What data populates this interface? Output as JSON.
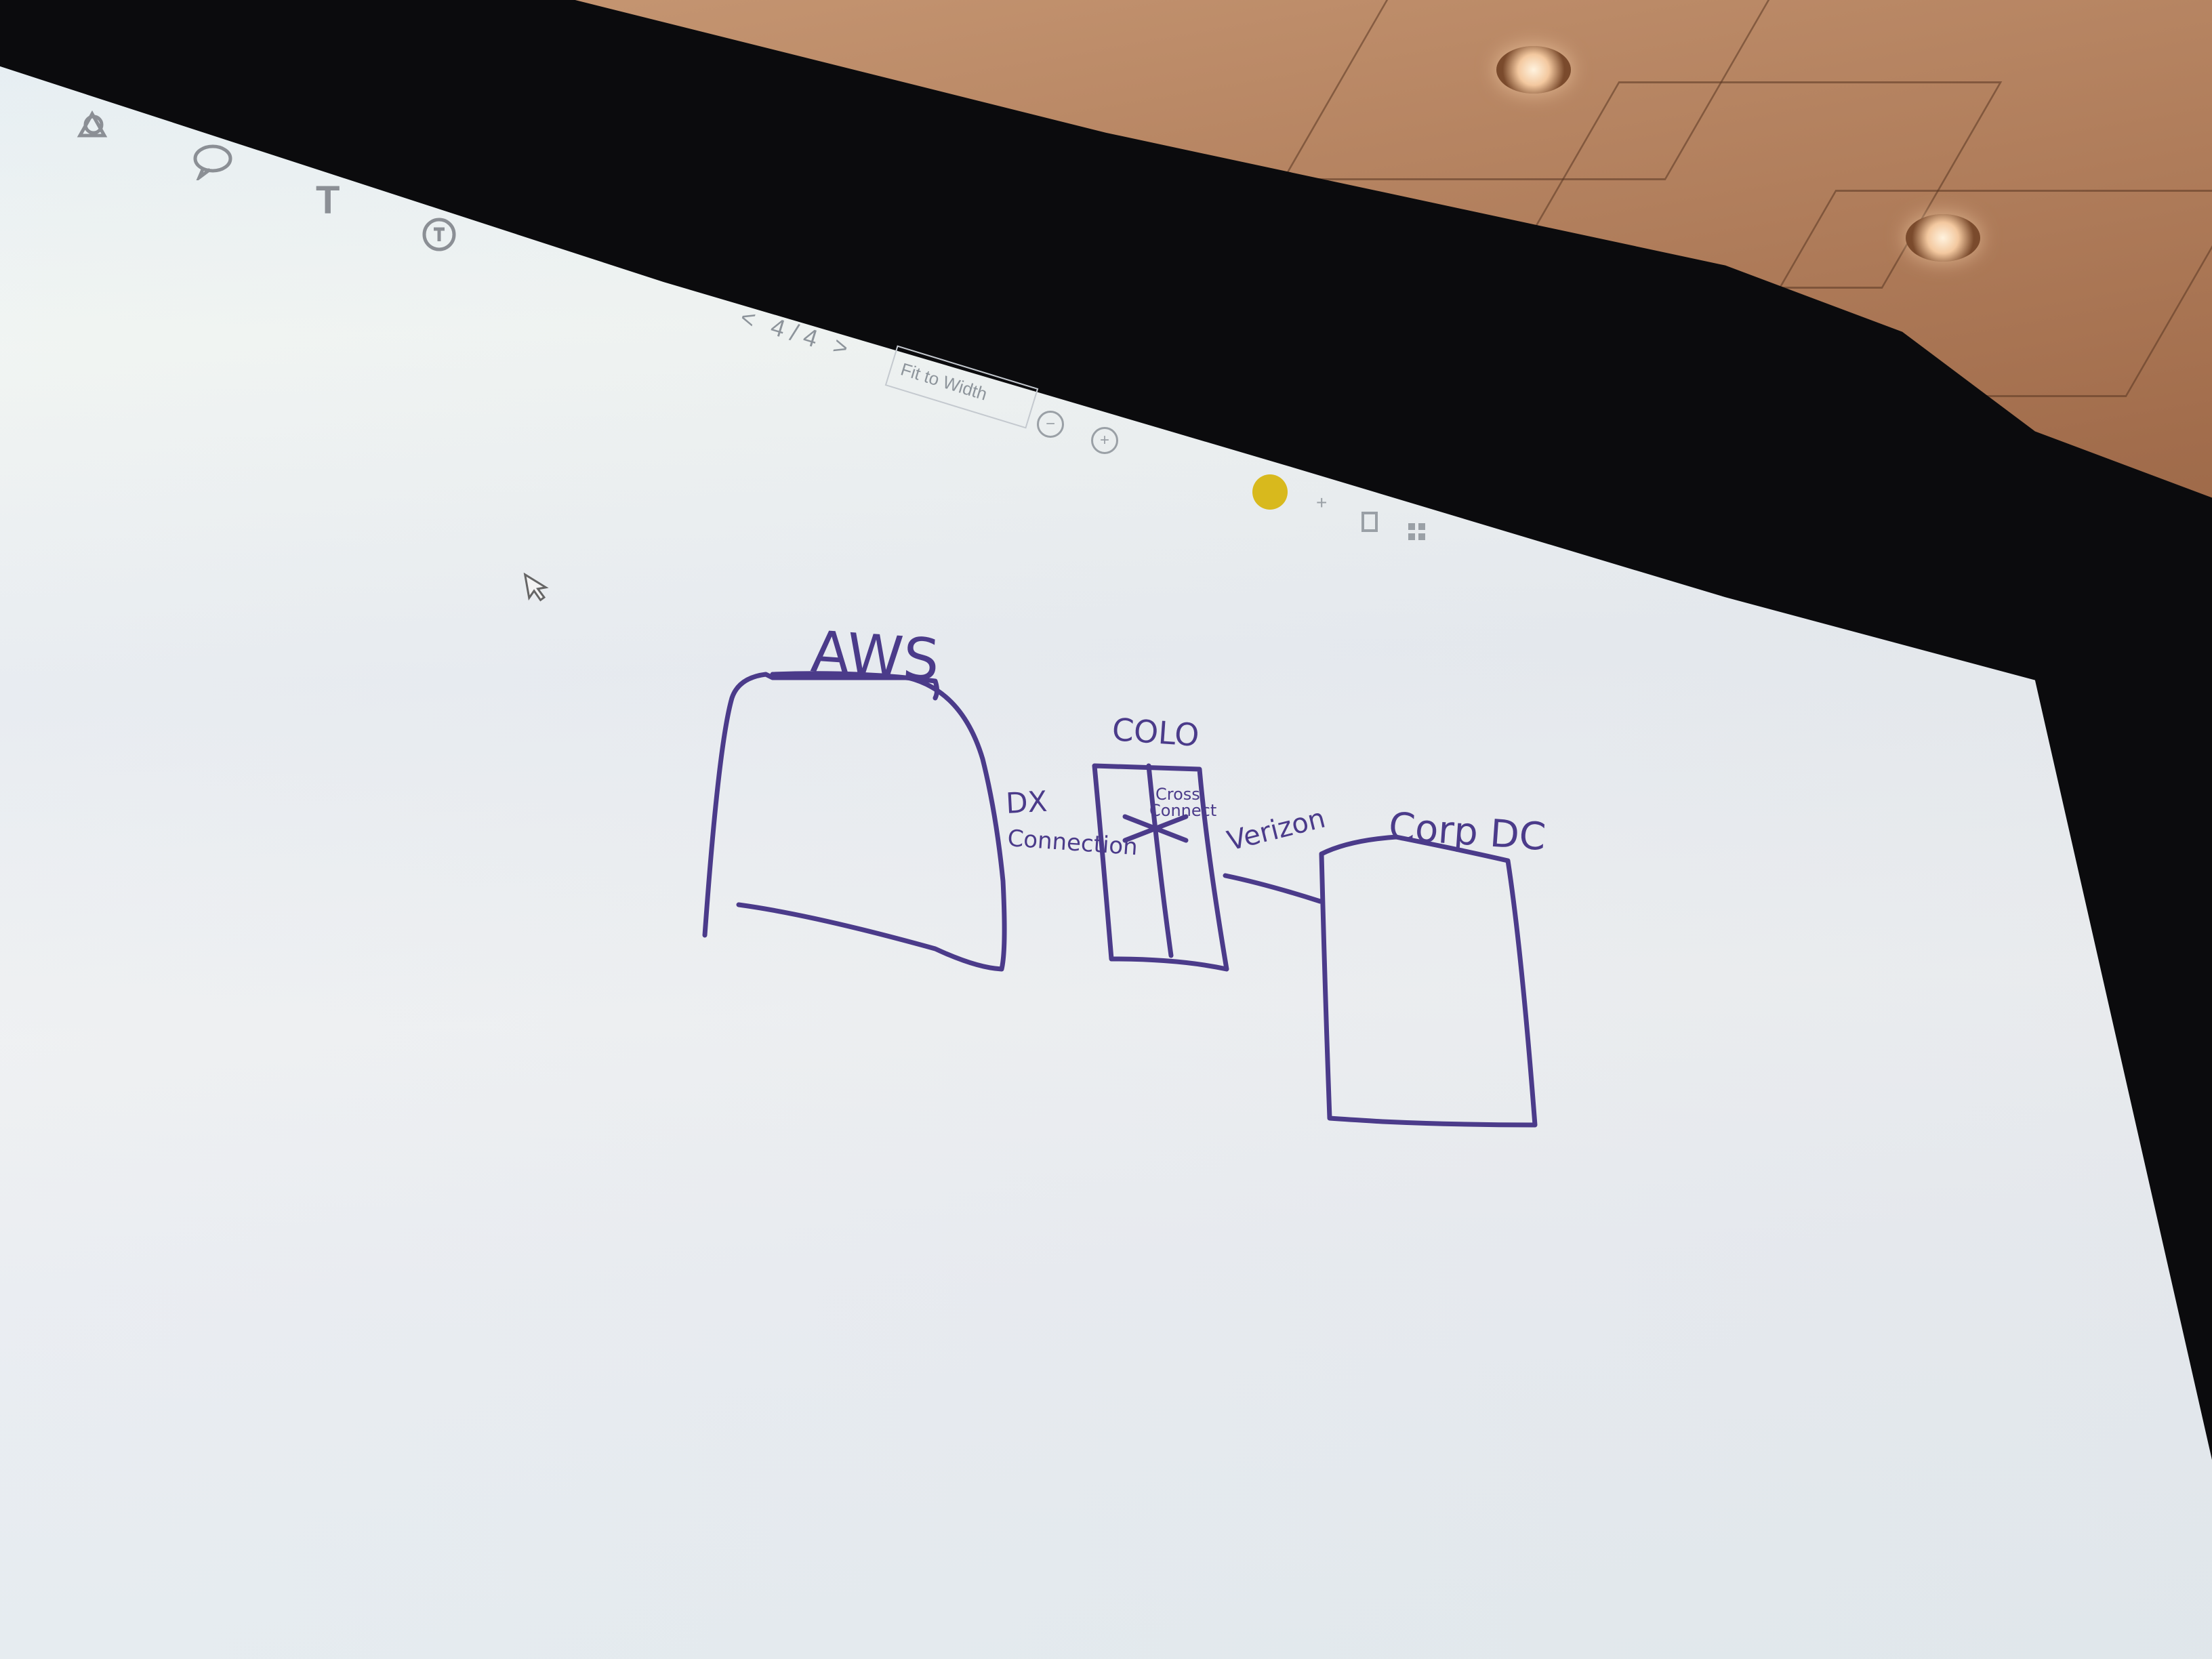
{
  "toolbar": {
    "text_tool_glyph": "T",
    "page_indicator": "4 / 4",
    "prev_glyph": "<",
    "next_glyph": ">",
    "zoom_mode": "Fit to Width",
    "zoom_out_glyph": "−",
    "zoom_in_glyph": "+",
    "add_glyph": "+"
  },
  "diagram": {
    "aws_label": "AWS",
    "colo_label": "COLO",
    "direct_connect_label": "DX",
    "direct_connect_sub": "Connection",
    "cross_connect_label": "Cross",
    "cross_connect_sub": "Connect",
    "carrier_label": "Verizon",
    "corp_dc_label": "Corp DC"
  },
  "colors": {
    "pen": "#4b3b8a",
    "screen": "#eef0f2",
    "frame": "#0b0b0d",
    "highlight_dot": "#d8b91d"
  }
}
